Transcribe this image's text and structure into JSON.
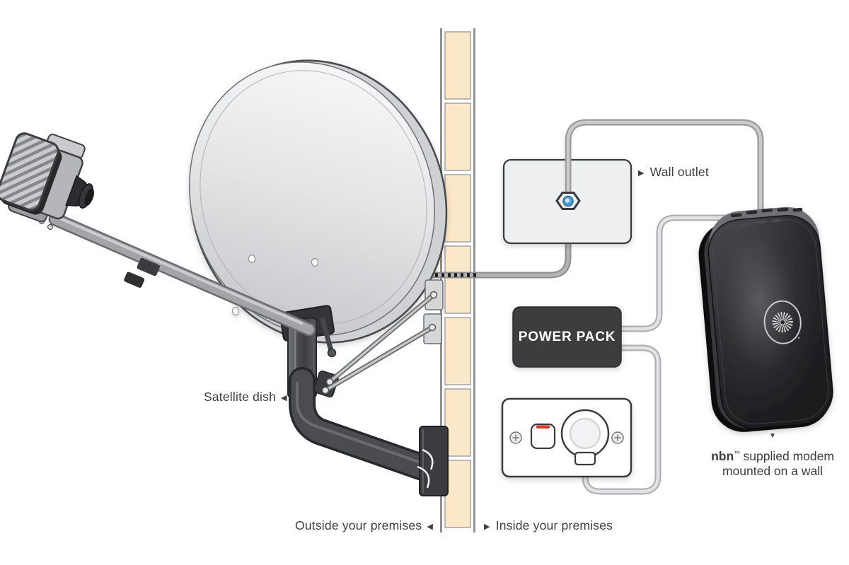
{
  "diagram": {
    "labels": {
      "satellite_dish": "Satellite dish",
      "wall_outlet": "Wall outlet",
      "power_pack": "POWER PACK",
      "outside_premises": "Outside your premises",
      "inside_premises": "Inside your premises"
    },
    "modem_caption": {
      "brand": "nbn",
      "trademark": "™",
      "line1_rest": "supplied modem",
      "line2": "mounted on a wall"
    },
    "pointers": {
      "left": "◀",
      "right": "▶",
      "down": "▼"
    },
    "colors": {
      "wall_brick": "#fbe8c8",
      "cable_gray": "#a9a9ab",
      "power_cable_gray": "#d9d9db",
      "power_pack_bg": "#3d3d40",
      "label_text": "#3d3d3f",
      "connector_blue": "#4a9cce",
      "switch_indicator_red": "#d9382e",
      "modem_body": "#2a2a2d",
      "dish_gray": "#d9dbdd"
    }
  }
}
